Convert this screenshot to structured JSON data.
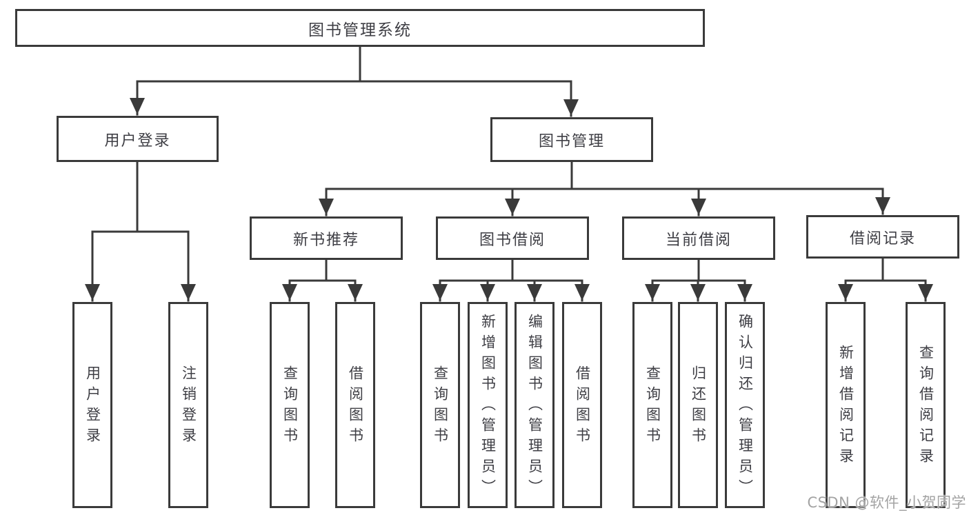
{
  "colors": {
    "line": "#3a3a3a",
    "text": "#3e3e44",
    "watermark": "#a3a3a3",
    "background": "#ffffff"
  },
  "watermark": {
    "text": "CSDN @软件_小贺同学"
  },
  "tree": {
    "root": {
      "label": "图书管理系统"
    },
    "branches": [
      {
        "label": "用户登录",
        "children": [
          {
            "label": "用户登录"
          },
          {
            "label": "注销登录"
          }
        ]
      },
      {
        "label": "图书管理",
        "children": [
          {
            "label": "新书推荐",
            "children": [
              {
                "label": "查询图书"
              },
              {
                "label": "借阅图书"
              }
            ]
          },
          {
            "label": "图书借阅",
            "children": [
              {
                "label": "查询图书"
              },
              {
                "label": "新增图书（管理员）"
              },
              {
                "label": "编辑图书（管理员）"
              },
              {
                "label": "借阅图书"
              }
            ]
          },
          {
            "label": "当前借阅",
            "children": [
              {
                "label": "查询图书"
              },
              {
                "label": "归还图书"
              },
              {
                "label": "确认归还（管理员）"
              }
            ]
          },
          {
            "label": "借阅记录",
            "children": [
              {
                "label": "新增借阅记录"
              },
              {
                "label": "查询借阅记录"
              }
            ]
          }
        ]
      }
    ]
  }
}
